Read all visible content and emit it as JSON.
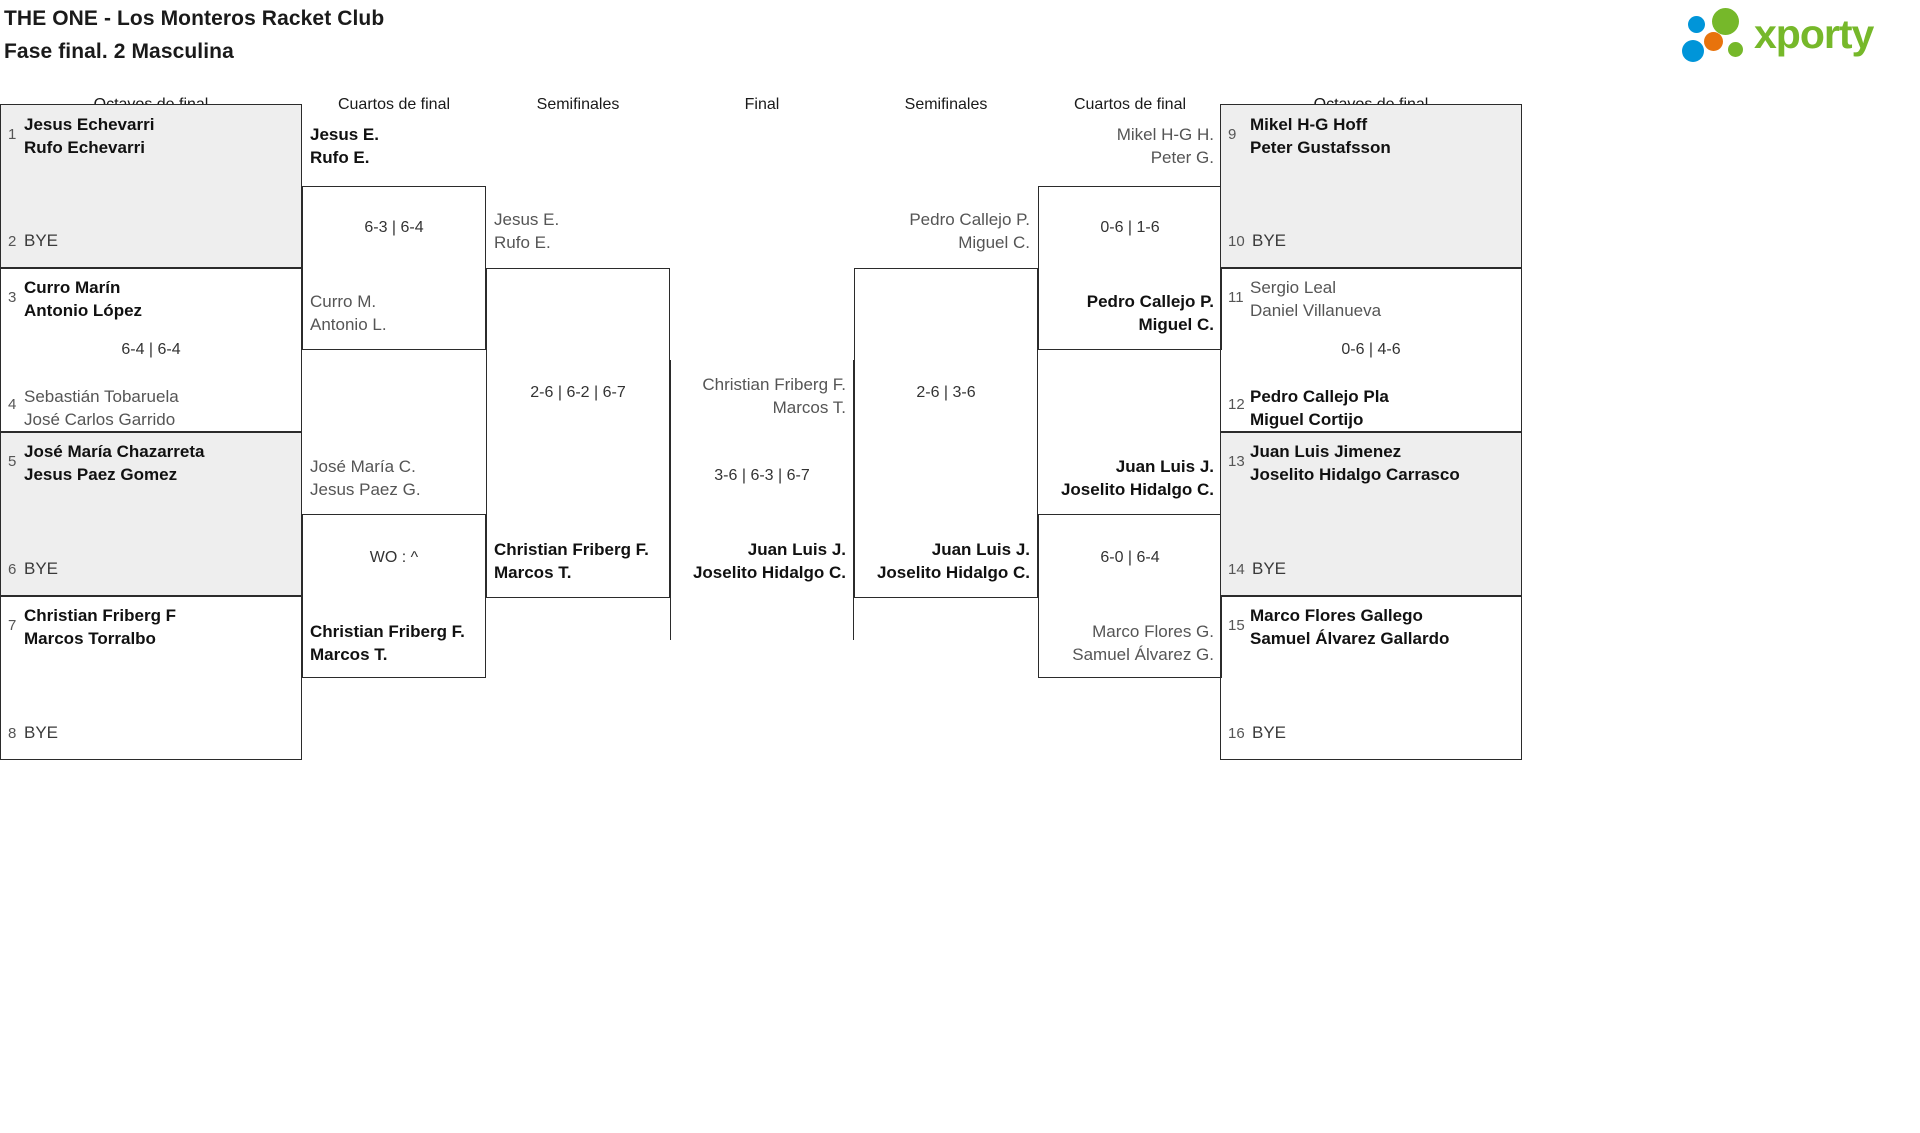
{
  "header": {
    "title_line1": "THE ONE - Los Monteros Racket Club",
    "title_line2": "Fase final. 2 Masculina",
    "logo_text": "xporty",
    "logo_colors": {
      "green": "#76b82a",
      "blue": "#0095d9",
      "orange": "#e8730c"
    }
  },
  "rounds": {
    "left_r16": "Octavos de final",
    "left_qf": "Cuartos de final",
    "left_sf": "Semifinales",
    "final": "Final",
    "right_sf": "Semifinales",
    "right_qf": "Cuartos de final",
    "right_r16": "Octavos de final"
  },
  "bracket": {
    "left_r16": [
      {
        "seed": "1",
        "p1": "Jesus Echevarri",
        "p2": "Rufo Echevarri",
        "state": "win"
      },
      {
        "seed": "2",
        "bye": "BYE"
      },
      {
        "seed": "3",
        "p1": "Curro Marín",
        "p2": "Antonio López",
        "state": "win"
      },
      {
        "seed": "4",
        "p1": "Sebastián Tobaruela",
        "p2": "José Carlos Garrido",
        "state": "lose"
      },
      {
        "seed": "5",
        "p1": "José María Chazarreta",
        "p2": "Jesus Paez Gomez",
        "state": "win"
      },
      {
        "seed": "6",
        "bye": "BYE"
      },
      {
        "seed": "7",
        "p1": "Christian Friberg F",
        "p2": "Marcos Torralbo",
        "state": "win"
      },
      {
        "seed": "8",
        "bye": "BYE"
      }
    ],
    "left_r16_scores": [
      "",
      "6-4 | 6-4",
      "",
      ""
    ],
    "left_qf": [
      {
        "p1": "Jesus E.",
        "p2": "Rufo E.",
        "state": "win"
      },
      {
        "p1": "Curro M.",
        "p2": "Antonio L.",
        "state": "lose"
      },
      {
        "p1": "José María C.",
        "p2": "Jesus Paez G.",
        "state": "lose"
      },
      {
        "p1": "Christian Friberg F.",
        "p2": "Marcos T.",
        "state": "win"
      }
    ],
    "left_qf_scores": [
      "6-3 | 6-4",
      "WO : ^"
    ],
    "left_sf": [
      {
        "p1": "Jesus E.",
        "p2": "Rufo E.",
        "state": "lose"
      },
      {
        "p1": "Christian Friberg F.",
        "p2": "Marcos T.",
        "state": "win"
      }
    ],
    "left_sf_score": "2-6 | 6-2 | 6-7",
    "final": [
      {
        "p1": "Christian Friberg F.",
        "p2": "Marcos T.",
        "state": "lose"
      },
      {
        "p1": "Juan Luis J.",
        "p2": "Joselito Hidalgo C.",
        "state": "win"
      }
    ],
    "final_score": "3-6 | 6-3 | 6-7",
    "right_sf": [
      {
        "p1": "Pedro Callejo P.",
        "p2": "Miguel C.",
        "state": "lose"
      },
      {
        "p1": "Juan Luis J.",
        "p2": "Joselito Hidalgo C.",
        "state": "win"
      }
    ],
    "right_sf_score": "2-6 | 3-6",
    "right_qf": [
      {
        "p1": "Mikel H-G H.",
        "p2": "Peter G.",
        "state": "lose"
      },
      {
        "p1": "Pedro Callejo P.",
        "p2": "Miguel C.",
        "state": "win"
      },
      {
        "p1": "Juan Luis J.",
        "p2": "Joselito Hidalgo C.",
        "state": "win"
      },
      {
        "p1": "Marco Flores G.",
        "p2": "Samuel Álvarez G.",
        "state": "lose"
      }
    ],
    "right_qf_scores": [
      "0-6 | 1-6",
      "6-0 | 6-4"
    ],
    "right_r16": [
      {
        "seed": "9",
        "p1": "Mikel H-G Hoff",
        "p2": "Peter Gustafsson",
        "state": "win"
      },
      {
        "seed": "10",
        "bye": "BYE"
      },
      {
        "seed": "11",
        "p1": "Sergio Leal",
        "p2": "Daniel Villanueva",
        "state": "lose"
      },
      {
        "seed": "12",
        "p1": "Pedro Callejo Pla",
        "p2": "Miguel Cortijo",
        "state": "win"
      },
      {
        "seed": "13",
        "p1": "Juan Luis Jimenez",
        "p2": "Joselito Hidalgo Carrasco",
        "state": "win"
      },
      {
        "seed": "14",
        "bye": "BYE"
      },
      {
        "seed": "15",
        "p1": "Marco Flores Gallego",
        "p2": "Samuel Álvarez Gallardo",
        "state": "win"
      },
      {
        "seed": "16",
        "bye": "BYE"
      }
    ],
    "right_r16_scores": [
      "",
      "0-6 | 4-6",
      "",
      ""
    ]
  }
}
